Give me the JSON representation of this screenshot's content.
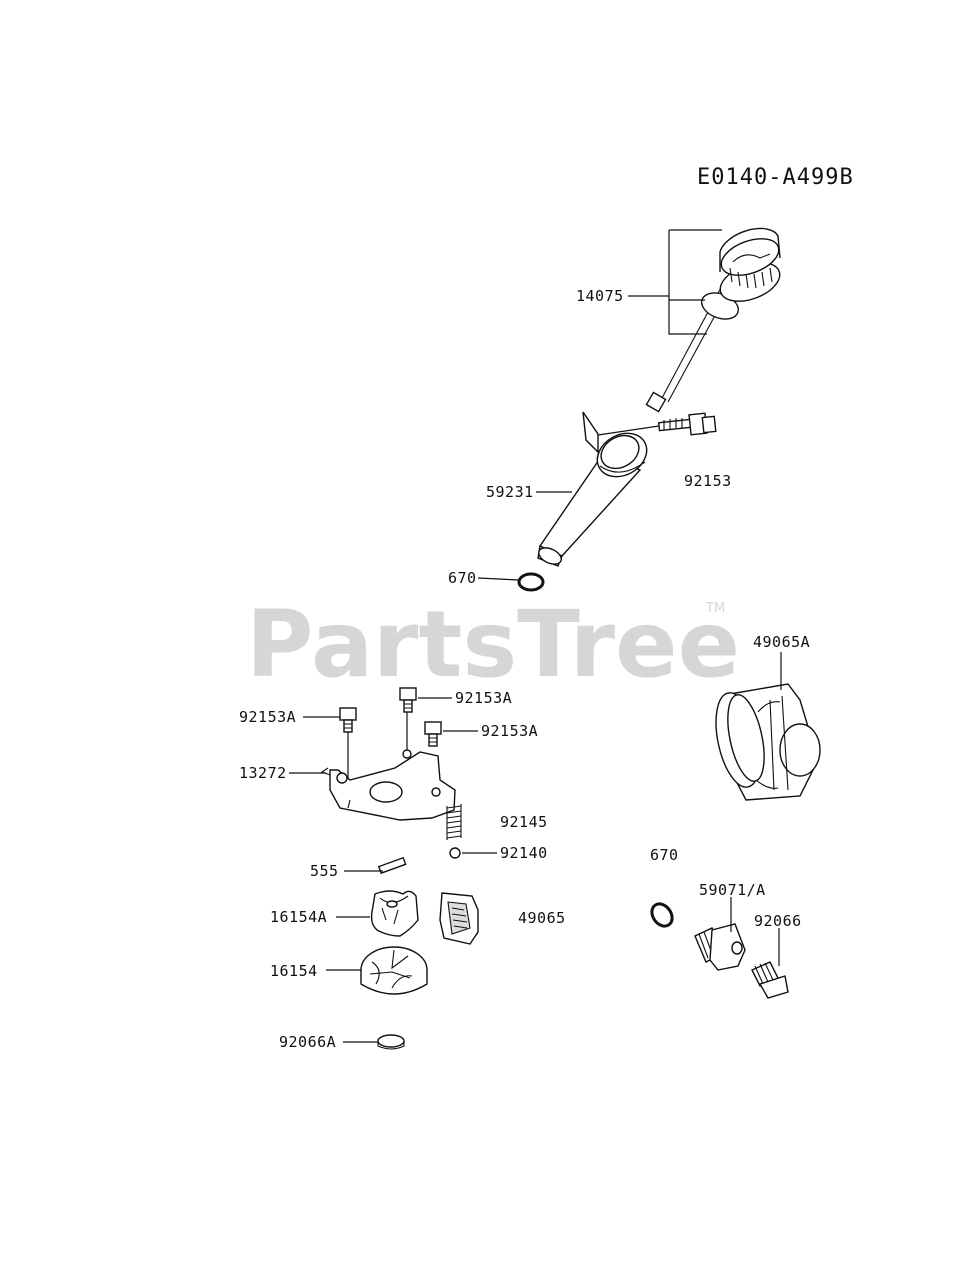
{
  "diagram": {
    "code": "E0140-A499B",
    "watermark": "PartsTree",
    "trademark": "TM"
  },
  "parts": [
    {
      "id": "p14075",
      "number": "14075"
    },
    {
      "id": "p92153",
      "number": "92153"
    },
    {
      "id": "p59231",
      "number": "59231"
    },
    {
      "id": "p670a",
      "number": "670"
    },
    {
      "id": "p49065A",
      "number": "49065A"
    },
    {
      "id": "p92153A_1",
      "number": "92153A"
    },
    {
      "id": "p92153A_2",
      "number": "92153A"
    },
    {
      "id": "p92153A_3",
      "number": "92153A"
    },
    {
      "id": "p13272",
      "number": "13272"
    },
    {
      "id": "p92145",
      "number": "92145"
    },
    {
      "id": "p92140",
      "number": "92140"
    },
    {
      "id": "p670b",
      "number": "670"
    },
    {
      "id": "p555",
      "number": "555"
    },
    {
      "id": "p59071A",
      "number": "59071/A"
    },
    {
      "id": "p16154A",
      "number": "16154A"
    },
    {
      "id": "p49065",
      "number": "49065"
    },
    {
      "id": "p92066",
      "number": "92066"
    },
    {
      "id": "p16154",
      "number": "16154"
    },
    {
      "id": "p92066A",
      "number": "92066A"
    }
  ]
}
